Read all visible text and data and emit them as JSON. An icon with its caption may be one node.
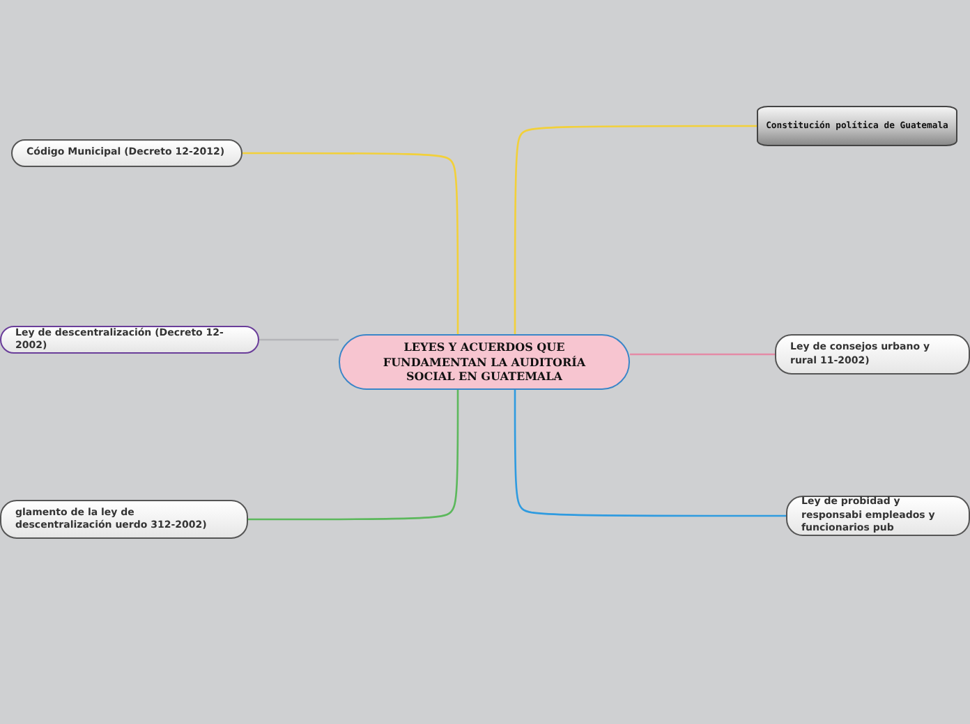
{
  "diagram": {
    "nodes": [
      {
        "text": [
          "LEYES Y ACUERDOS QUE FUNDAMENTAN LA AUDITORÍA SOCIAL EN GUATEMALA"
        ]
      },
      {
        "text": [
          "Constitución política de Guatemala"
        ]
      },
      {
        "text": [
          "Código Municipal (Decreto 12-2012)"
        ]
      },
      {
        "text": [
          "Ley de descentralización (Decreto 12-2002)"
        ]
      },
      {
        "text": [
          "Ley de consejos urbano y rural 11-2002)"
        ]
      },
      {
        "text": [
          "glamento de la ley de descentralización uerdo 312-2002)"
        ]
      },
      {
        "text": [
          "Ley de probidad y responsabi empleados y funcionarios pub"
        ]
      }
    ],
    "edges": [
      {
        "from": 0,
        "to": 1,
        "arrow": "none",
        "color": "#f2d03a"
      },
      {
        "from": 0,
        "to": 2,
        "arrow": "none",
        "color": "#f2d03a"
      },
      {
        "from": 0,
        "to": 3,
        "arrow": "none",
        "color": "#b4b4b8"
      },
      {
        "from": 0,
        "to": 4,
        "arrow": "none",
        "color": "#e48aa6"
      },
      {
        "from": 0,
        "to": 5,
        "arrow": "none",
        "color": "#5cb85c"
      },
      {
        "from": 0,
        "to": 6,
        "arrow": "none",
        "color": "#2f9be0"
      }
    ]
  }
}
